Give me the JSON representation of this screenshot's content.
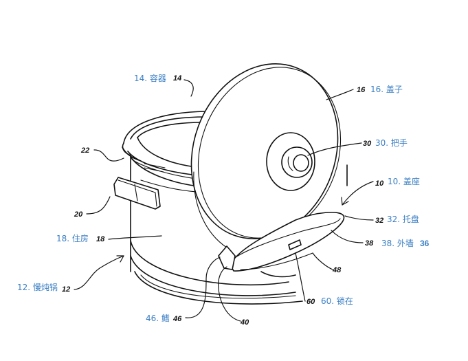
{
  "callouts": {
    "c14": {
      "num": "14",
      "label": "14. 容器"
    },
    "c16": {
      "num": "16",
      "label": "16. 盖子"
    },
    "c22": {
      "num": "22",
      "label": ""
    },
    "c30": {
      "num": "30",
      "label": "30. 把手"
    },
    "c10": {
      "num": "10",
      "label": "10. 盖座"
    },
    "c20": {
      "num": "20",
      "label": ""
    },
    "c32": {
      "num": "32",
      "label": "32. 托盘"
    },
    "c18": {
      "num": "18",
      "label": "18. 住房"
    },
    "c38": {
      "num": "38",
      "label": "38. 外墙",
      "extra": "36"
    },
    "c12": {
      "num": "12",
      "label": "12. 慢炖锅"
    },
    "c48": {
      "num": "48",
      "label": ""
    },
    "c60": {
      "num": "60",
      "label": "60. 锁在"
    },
    "c46": {
      "num": "46",
      "label": "46. 鳍"
    },
    "c40": {
      "num": "40",
      "label": ""
    }
  }
}
